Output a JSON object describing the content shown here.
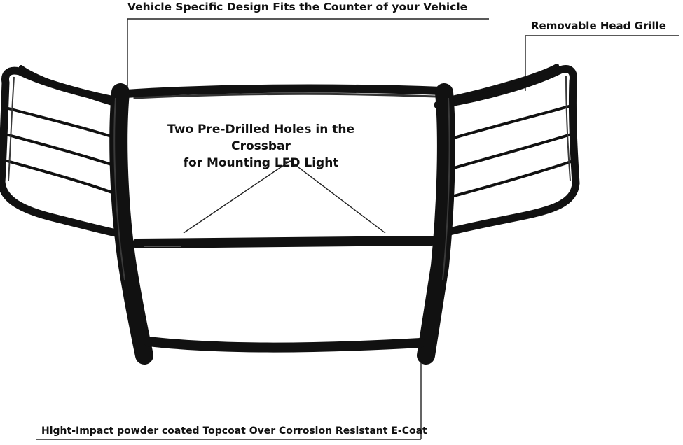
{
  "callouts": {
    "top": "Vehicle Specific Design Fits the Counter of your Vehicle",
    "right": "Removable Head Grille",
    "center_line1": "Two Pre-Drilled Holes in the Crossbar",
    "center_line2": "for Mounting LED Light",
    "bottom": "Hight-Impact powder coated Topcoat Over Corrosion Resistant E-Coat"
  },
  "colors": {
    "background": "#ffffff",
    "guard": "#111111",
    "leader_lines": "#222222"
  },
  "product_image": "black-grille-guard-photo"
}
